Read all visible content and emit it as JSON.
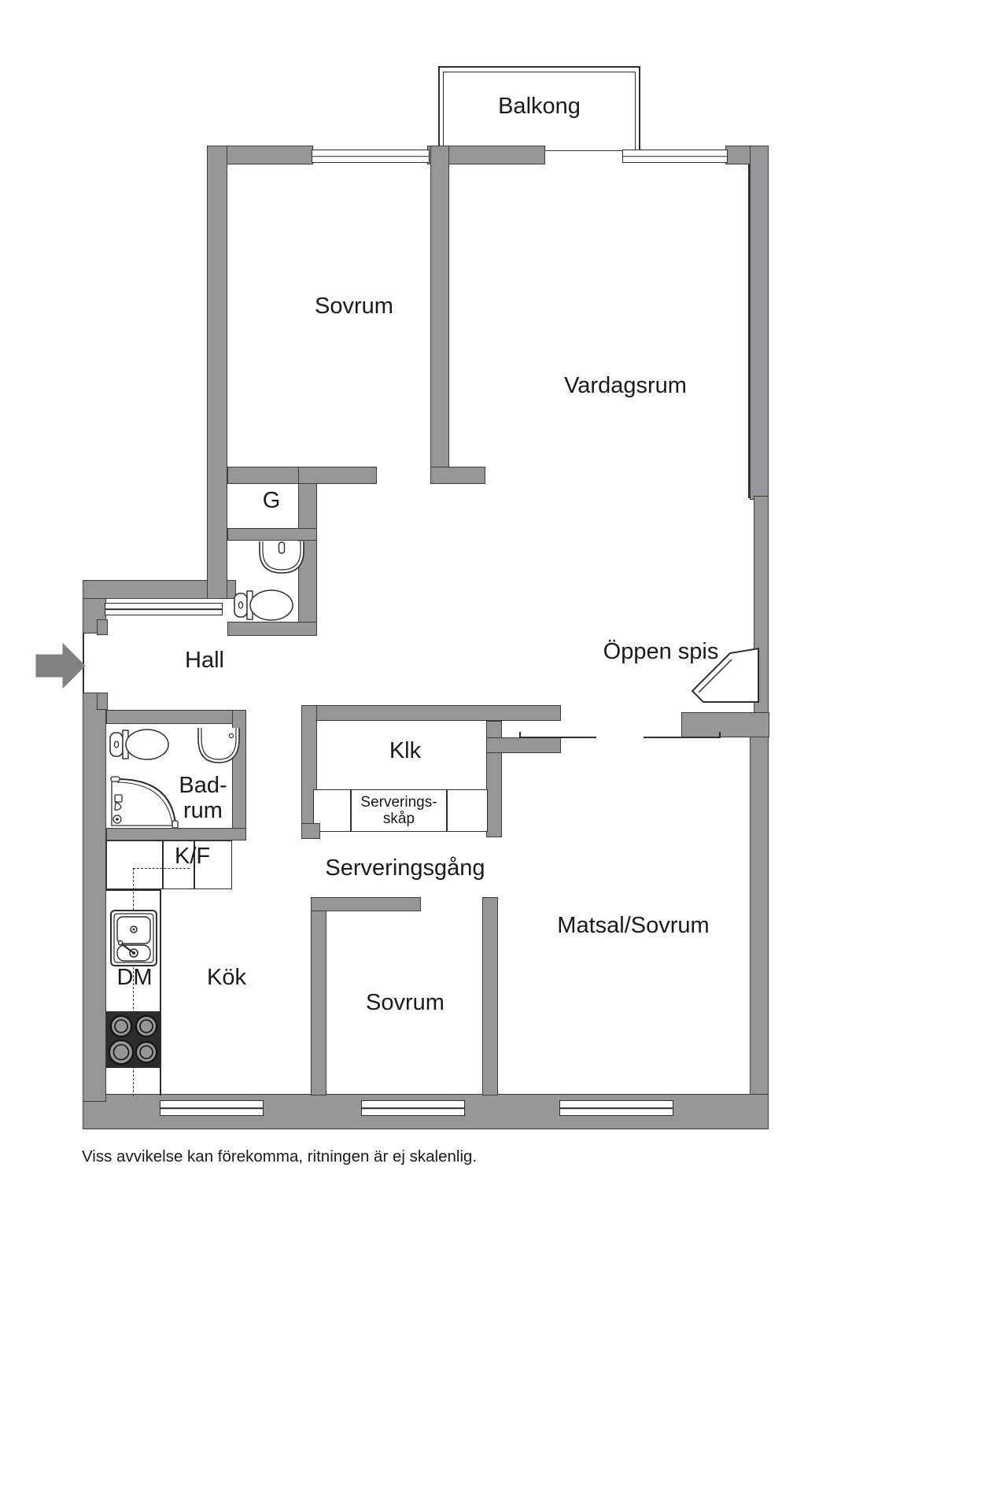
{
  "document": {
    "type": "floor-plan",
    "language": "sv",
    "caption": "Viss avvikelse kan förekomma, ritningen är ej skalenlig."
  },
  "colors": {
    "wall_fill": "#949799",
    "wall_stroke": "#3a3c3d",
    "line": "#2a2c2d",
    "text": "#1a1a1a",
    "background": "#ffffff",
    "entry_arrow": "#7f8285"
  },
  "rooms": [
    {
      "id": "balkong",
      "label": "Balkong"
    },
    {
      "id": "sovrum-nord",
      "label": "Sovrum"
    },
    {
      "id": "vardagsrum",
      "label": "Vardagsrum"
    },
    {
      "id": "garderob",
      "label": "G"
    },
    {
      "id": "hall",
      "label": "Hall"
    },
    {
      "id": "badrum",
      "label": "Bad-\nrum"
    },
    {
      "id": "kylfrys",
      "label": "K/F"
    },
    {
      "id": "diskmaskin",
      "label": "DM"
    },
    {
      "id": "kok",
      "label": "Kök"
    },
    {
      "id": "klk",
      "label": "Klk"
    },
    {
      "id": "serveringsskap",
      "label": "Serverings-\nskåp"
    },
    {
      "id": "serveringsgang",
      "label": "Serveringsgång"
    },
    {
      "id": "sovrum-syd",
      "label": "Sovrum"
    },
    {
      "id": "matsal-sovrum",
      "label": "Matsal/Sovrum"
    },
    {
      "id": "oppen-spis",
      "label": "Öppen spis"
    }
  ],
  "fixtures": [
    {
      "id": "wc-sink",
      "name": "wc-washbasin"
    },
    {
      "id": "wc-toilet",
      "name": "wc-toilet"
    },
    {
      "id": "bath-toilet",
      "name": "bathroom-toilet"
    },
    {
      "id": "bath-sink",
      "name": "bathroom-washbasin"
    },
    {
      "id": "bath-shower",
      "name": "bathroom-shower"
    },
    {
      "id": "kitchen-sink",
      "name": "kitchen-sink"
    },
    {
      "id": "kitchen-stove",
      "name": "kitchen-stove"
    },
    {
      "id": "fireplace",
      "name": "corner-fireplace"
    },
    {
      "id": "entry-door",
      "name": "entrance-arrow"
    }
  ]
}
